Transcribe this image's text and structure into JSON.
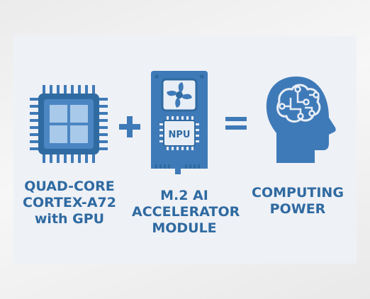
{
  "items": [
    {
      "label": "QUAD-CORE\nCORTEX-A72\nwith GPU",
      "icon": "cpu-chip-icon"
    },
    {
      "label": "M.2 AI\nACCELERATOR\nMODULE",
      "icon": "m2-module-icon",
      "chip_text": "NPU"
    },
    {
      "label": "COMPUTING\nPOWER",
      "icon": "ai-brain-head-icon"
    }
  ],
  "operators": [
    "+",
    "="
  ],
  "colors": {
    "primary": "#3f7ab8",
    "dark": "#2f6aa1",
    "light": "#9bbfe3",
    "panel": "#eef1f6"
  }
}
